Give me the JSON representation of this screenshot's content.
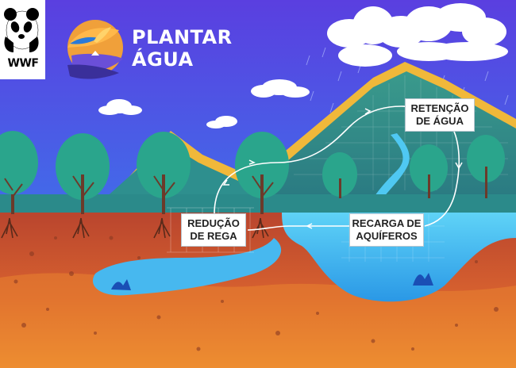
{
  "brand": {
    "org_logo_text": "WWF",
    "campaign_title_line1": "PLANTAR",
    "campaign_title_line2": "ÁGUA"
  },
  "cycle_labels": {
    "retention": [
      "RETENÇÃO",
      "DE ÁGUA"
    ],
    "recharge": [
      "RECARGA DE",
      "AQUÍFEROS"
    ],
    "reduction": [
      "REDUÇÃO",
      "DE REGA"
    ]
  },
  "colors": {
    "sky_top": "#5a3fe0",
    "sky_bottom": "#2f8df0",
    "mountain": "#2d8a8a",
    "mountain_ridge": "#f0b83a",
    "tree": "#2aa58c",
    "soil_top": "#c9572e",
    "soil_bottom": "#f08a2e",
    "water": "#3ec3f0",
    "label_text": "#222222"
  }
}
